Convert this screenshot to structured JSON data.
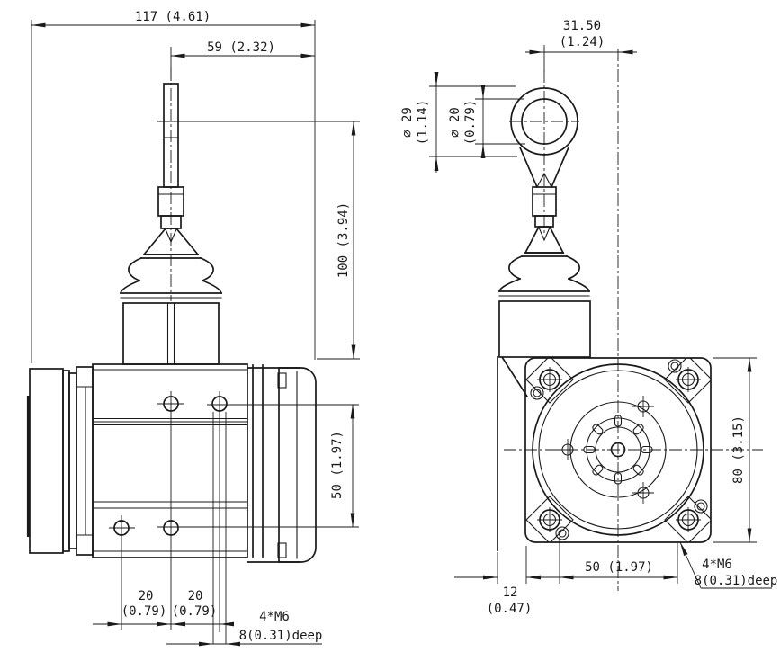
{
  "colors": {
    "line": "#1a1a1a",
    "background": "#ffffff"
  },
  "front_view": {
    "dim_overall_width": "117 (4.61)",
    "dim_cable_to_edge": "59 (2.32)",
    "dim_cable_height": "100 (3.94)",
    "dim_side_hole_spacing": "50 (1.97)",
    "dim_hole_pitch_left": "20",
    "dim_hole_pitch_left_in": "(0.79)",
    "dim_hole_pitch_right": "20",
    "dim_hole_pitch_right_in": "(0.79)",
    "note_thread_count": "4*M6",
    "note_thread_depth": "8(0.31)deep"
  },
  "side_view": {
    "dim_cable_offset": "31.50",
    "dim_cable_offset_in": "(1.24)",
    "dim_eyelet_outer": "∅ 29",
    "dim_eyelet_outer_in": "(1.14)",
    "dim_eyelet_inner": "∅ 20",
    "dim_eyelet_inner_in": "(0.79)",
    "dim_flange_size": "80 (3.15)",
    "dim_housing_overhang": "12",
    "dim_housing_overhang_in": "(0.47)",
    "dim_mount_hole_spacing": "50 (1.97)",
    "note_thread_count": "4*M6",
    "note_thread_depth": "8(0.31)deep"
  }
}
